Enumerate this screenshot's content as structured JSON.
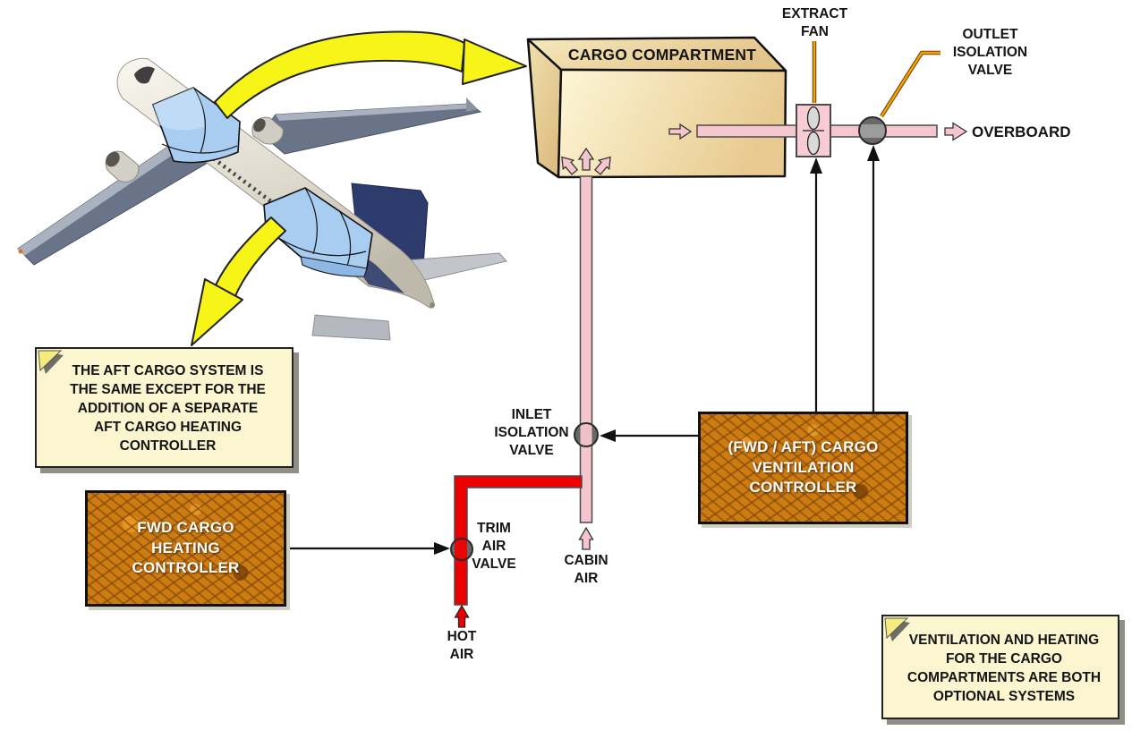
{
  "labels": {
    "cargo_compartment": "CARGO COMPARTMENT",
    "extract_fan": "EXTRACT\nFAN",
    "outlet_isolation_valve": "OUTLET\nISOLATION\nVALVE",
    "overboard": "OVERBOARD",
    "inlet_isolation_valve": "INLET\nISOLATION\nVALVE",
    "trim_air_valve": "TRIM\nAIR\nVALVE",
    "cabin_air": "CABIN\nAIR",
    "hot_air": "HOT\nAIR"
  },
  "controllers": {
    "fwd_heating": "FWD CARGO\nHEATING\nCONTROLLER",
    "ventilation": "(FWD / AFT) CARGO\nVENTILATION\nCONTROLLER"
  },
  "notes": {
    "aft_system": "THE AFT CARGO SYSTEM IS\nTHE SAME EXCEPT FOR THE\nADDITION OF A SEPARATE\nAFT CARGO HEATING\nCONTROLLER",
    "optional_systems": "VENTILATION AND HEATING\nFOR THE CARGO\nCOMPARTMENTS ARE BOTH\nOPTIONAL SYSTEMS"
  },
  "colors": {
    "pipe_pink": "#f5c6cd",
    "hot_air_red": "#ee0000",
    "compartment_tan": "#efdba8",
    "note_yellow": "#fbf6cf",
    "controller_orange": "#cd7c11",
    "callout_yellow": "#f7f417",
    "leader_gold": "#f0a800",
    "highlight_blue": "#a9cdf0",
    "fin_navy": "#2d3c6d",
    "valve_gray": "#686868"
  }
}
